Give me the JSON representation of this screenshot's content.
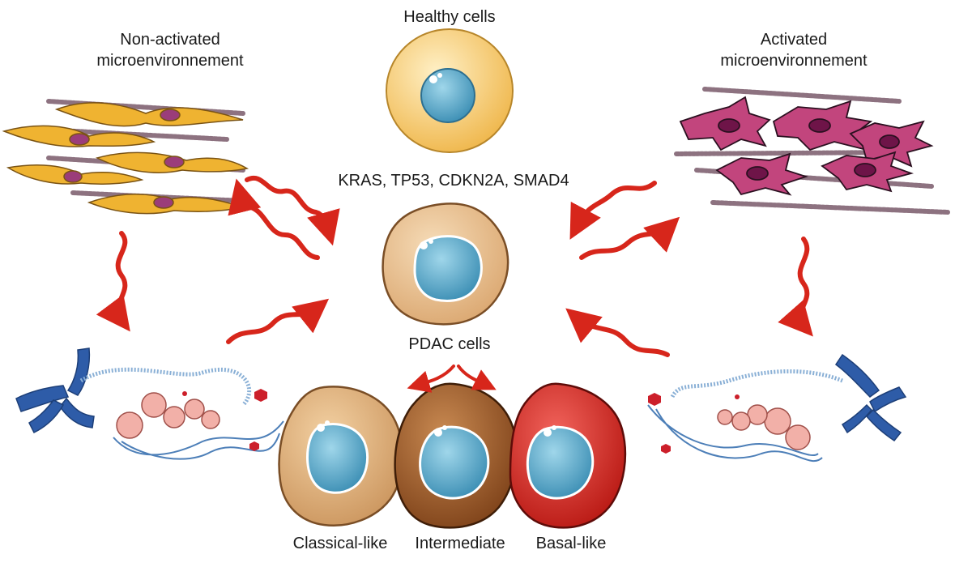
{
  "labels": {
    "healthy": "Healthy cells",
    "non_activated_line1": "Non-activated",
    "non_activated_line2": "microenvironnement",
    "activated_line1": "Activated",
    "activated_line2": "microenvironnement",
    "mutations": "KRAS, TP53, CDKN2A, SMAD4",
    "pdac": "PDAC cells",
    "classical": "Classical-like",
    "intermediate": "Intermediate",
    "basal": "Basal-like"
  },
  "colors": {
    "arrow": "#d7261b",
    "healthy_cell": "#f3c25c",
    "nucleus": "#4aa3c4",
    "pdac_cell": "#e7b985",
    "classical_cell": "#ddb27e",
    "intermediate_cell": "#a8602a",
    "basal_cell": "#dd2a22",
    "fibroblast_quiescent": "#efb331",
    "fibroblast_activated": "#c2457d",
    "chromosome": "#2e5ca8",
    "dna": "#4d7fb8"
  },
  "icons": {
    "fibroblast": "fibroblast-icon",
    "chromosome": "chromosome-icon",
    "dna": "dna-helix-icon",
    "nucleosome": "nucleosome-icon",
    "cell": "cell-icon",
    "arrow": "wavy-arrow-icon"
  }
}
